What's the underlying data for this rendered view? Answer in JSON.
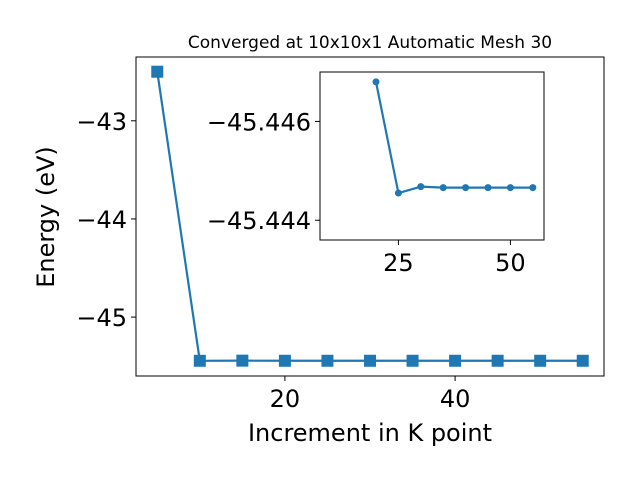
{
  "chart_data": [
    {
      "type": "line",
      "title": "Converged at 10x10x1 Automatic Mesh 30",
      "xlabel": "Increment in K point",
      "ylabel": "Energy (eV)",
      "xlim": [
        2.5,
        57.5
      ],
      "ylim": [
        -45.6,
        -42.35
      ],
      "xticks": [
        20,
        40
      ],
      "yticks": [
        -43,
        -44,
        -45
      ],
      "xtick_labels": [
        "20",
        "40"
      ],
      "ytick_labels": [
        "−43",
        "−44",
        "−45"
      ],
      "marker": "square",
      "color": "#1f77b4",
      "series": [
        {
          "x": [
            5,
            10,
            15,
            20,
            25,
            30,
            35,
            40,
            45,
            50,
            55
          ],
          "y": [
            -42.5,
            -45.445,
            -45.4435,
            -45.4448,
            -45.4447,
            -45.4447,
            -45.4447,
            -45.4447,
            -45.4447,
            -45.4447,
            -45.4447
          ]
        }
      ]
    },
    {
      "type": "line",
      "inset": true,
      "xlim": [
        7.5,
        57.5
      ],
      "ylim": [
        -45.4436,
        -45.447
      ],
      "xticks": [
        25,
        50
      ],
      "yticks": [
        -45.446,
        -45.444
      ],
      "xtick_labels": [
        "25",
        "50"
      ],
      "ytick_labels": [
        "−45.446",
        "−45.444"
      ],
      "marker": "circle",
      "color": "#1f77b4",
      "series": [
        {
          "x": [
            20,
            25,
            30,
            35,
            40,
            45,
            50,
            55
          ],
          "y": [
            -45.4468,
            -45.44455,
            -45.44468,
            -45.44466,
            -45.44466,
            -45.44466,
            -45.44466,
            -45.44466
          ]
        }
      ]
    }
  ]
}
